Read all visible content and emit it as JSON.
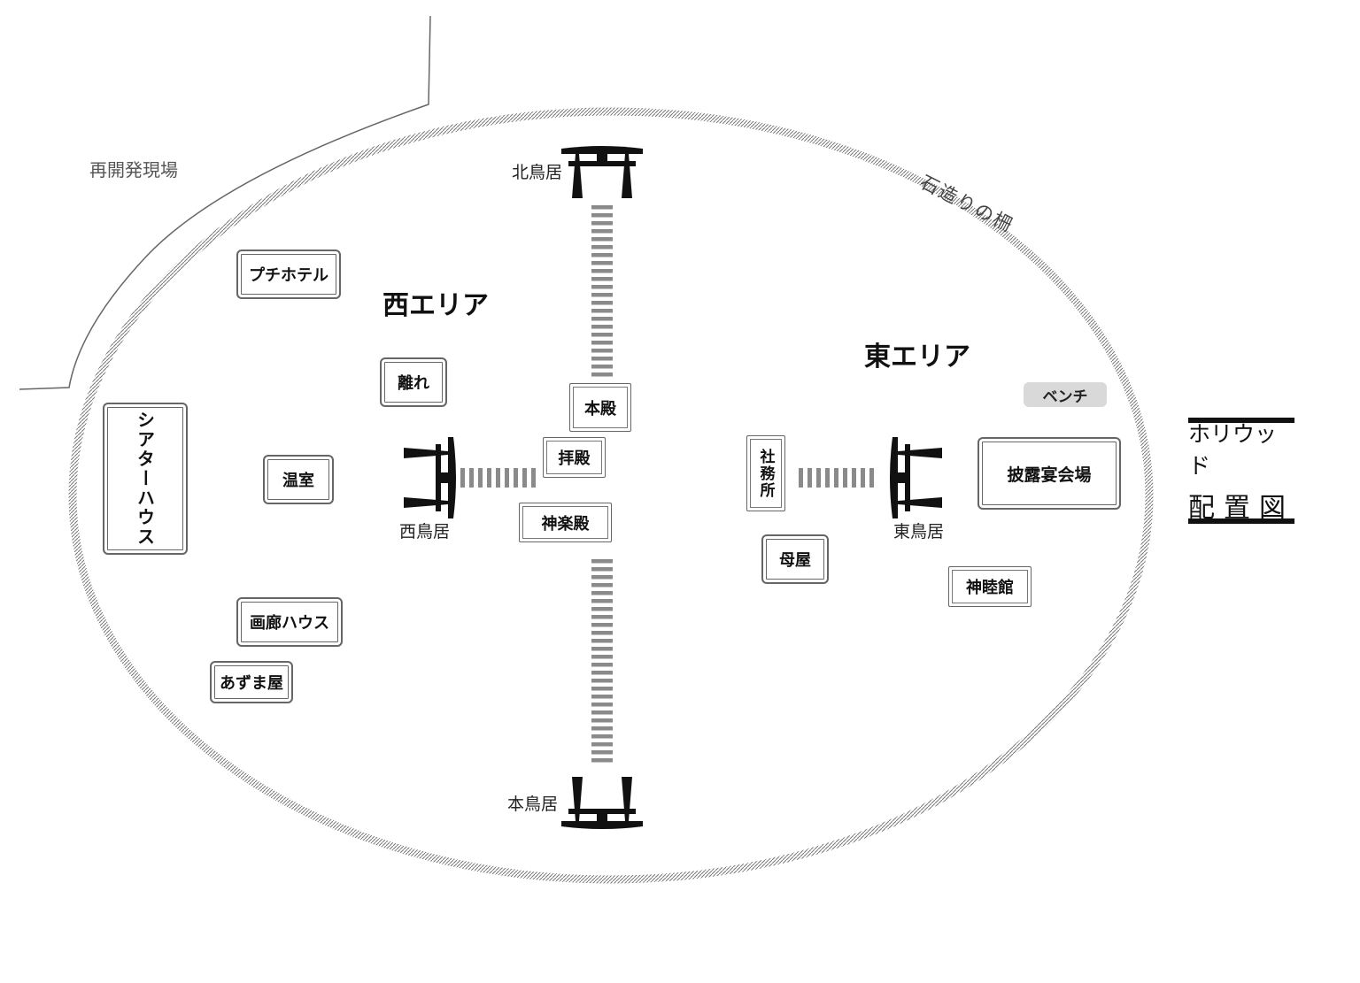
{
  "map": {
    "title_line1": "ホリウッド",
    "title_line2": "配置図",
    "areas": {
      "west": "西エリア",
      "east": "東エリア"
    },
    "district": "再開発現場",
    "fence": "石造りの柵",
    "gates": {
      "north": "北鳥居",
      "west": "西鳥居",
      "east": "東鳥居",
      "main": "本鳥居"
    },
    "buildings": {
      "petit_hotel": "プチホテル",
      "hanare": "離れ",
      "onshitsu": "温室",
      "theater_house": "シアターハウス",
      "garou_house": "画廊ハウス",
      "azumaya": "あずま屋",
      "honden": "本殿",
      "haiden": "拝殿",
      "kaguraden": "神楽殿",
      "shamusho": "社務所",
      "omoya": "母屋",
      "shinbokukan": "神睦館",
      "hiroen_kaijo": "披露宴会場",
      "bench": "ベンチ"
    },
    "colors": {
      "line": "#111111",
      "fence": "#8a8a8a",
      "border": "#666666",
      "bench": "#d9d9d9"
    }
  }
}
